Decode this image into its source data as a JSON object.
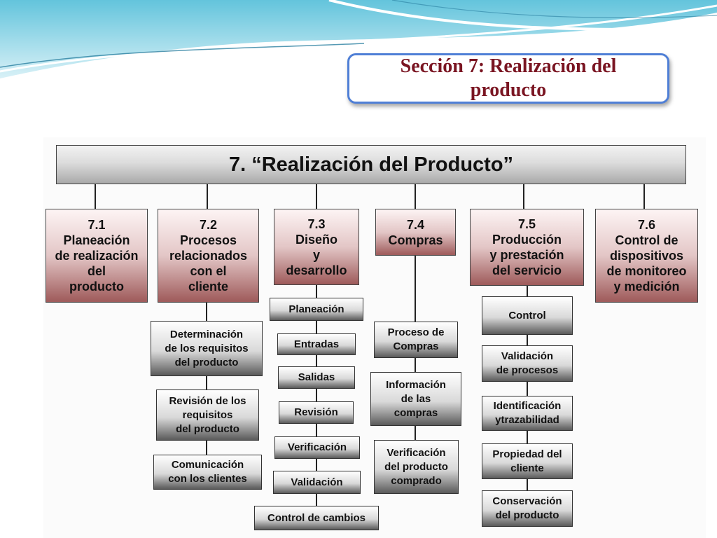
{
  "section_title": "Sección 7: Realización del producto",
  "main_title": "7.  “Realización del Producto”",
  "columns": [
    {
      "header": "7.1\nPlaneación\nde realización\ndel\nproducto",
      "items": []
    },
    {
      "header": "7.2\nProcesos\nrelacionados\ncon el\ncliente",
      "items": [
        "Determinación\nde los requisitos\ndel producto",
        "Revisión de los\nrequisitos\ndel producto",
        "Comunicación\ncon los clientes"
      ]
    },
    {
      "header": "7.3\nDiseño\ny\ndesarrollo",
      "items": [
        "Planeación",
        "Entradas",
        "Salidas",
        "Revisión",
        "Verificación",
        "Validación",
        "Control de cambios"
      ]
    },
    {
      "header": "7.4\nCompras",
      "items": [
        "Proceso de\nCompras",
        "Información\nde las\ncompras",
        "Verificación\ndel producto\ncomprado"
      ]
    },
    {
      "header": "7.5\nProducción\ny prestación\ndel servicio",
      "items": [
        "Control",
        "Validación\nde procesos",
        "Identificación\nytrazabilidad",
        "Propiedad del\ncliente",
        "Conservación\ndel producto"
      ]
    },
    {
      "header": "7.6\nControl de\ndispositivos\nde monitoreo\ny medición",
      "items": []
    }
  ]
}
